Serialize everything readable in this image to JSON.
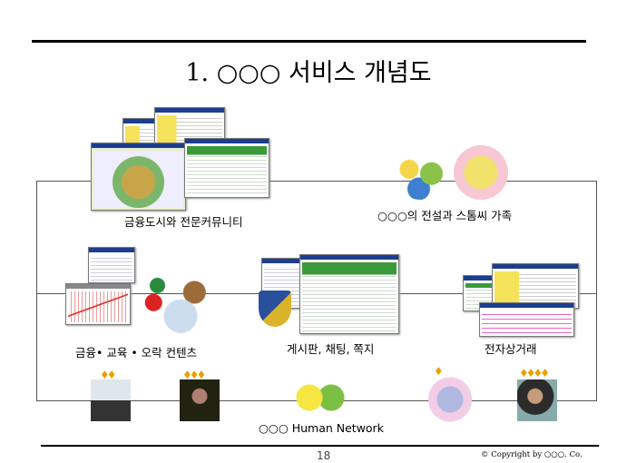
{
  "slide": {
    "title": "1. ○○○ 서비스 개념도",
    "page_number": "18",
    "copyright": "© Copyright by ○○○. Co."
  },
  "nodes": {
    "finance_city": "금융도시와 전문커뮤니티",
    "legend_family": "○○○의 전설과 스톰씨 가족",
    "contents": "금융• 교육 • 오락 컨텐츠",
    "board": "게시판, 채팅, 쪽지",
    "ecommerce": "전자상거래",
    "network": "○○○ Human Network"
  },
  "flames": [
    "♦♦",
    "♦♦♦",
    "♦",
    "♦♦♦♦"
  ],
  "colors": {
    "accent": "#1c3e8e",
    "line": "#000000",
    "flame": "#e8a000"
  }
}
